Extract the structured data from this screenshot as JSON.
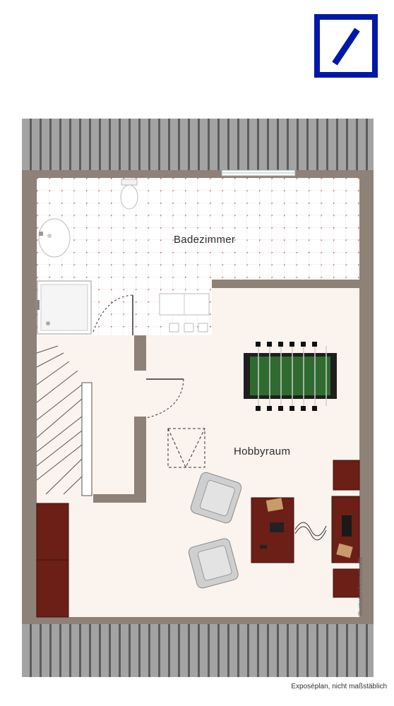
{
  "brand": {
    "logo": "deutsche-bank-logo",
    "color": "#0018a8"
  },
  "rooms": [
    {
      "label": "Badezimmer"
    },
    {
      "label": "Hobbyraum"
    }
  ],
  "credit": "Illustration©immoGrafik",
  "footer": {
    "note": "Exposéplan, nicht maßstäblich"
  },
  "colors": {
    "wall": "#8e8177",
    "roof": "#9b9b9b",
    "roof_dark": "#5f5f5f",
    "floor_hobby": "#fbf3ee",
    "tile_dot": "#b86a55",
    "furniture_wood": "#6b1f16",
    "table_felt": "#2f6b2f"
  },
  "icons": [
    "toilet-icon",
    "sink-icon",
    "shower-icon",
    "staircase-icon",
    "foosball-table-icon",
    "armchair-icon",
    "coffee-table-icon",
    "tv-cabinet-icon",
    "cabinet-icon",
    "roof-window-icon",
    "door-icon"
  ]
}
